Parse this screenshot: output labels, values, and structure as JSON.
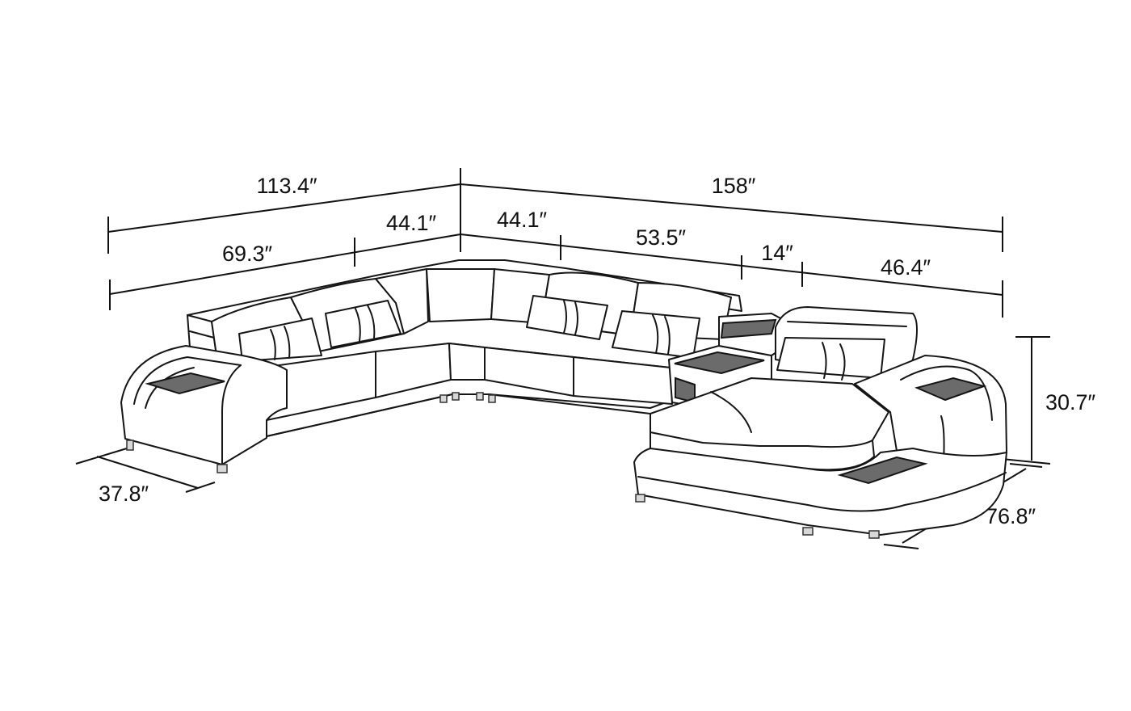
{
  "dimensions": {
    "overall_left": "113.4″",
    "overall_right": "158″",
    "corner_left": "44.1″",
    "corner_right": "44.1″",
    "left_section": "69.3″",
    "middle_section": "53.5″",
    "console": "14″",
    "chaise_section": "46.4″",
    "height": "30.7″",
    "left_depth": "37.8″",
    "chaise_depth": "76.8″"
  },
  "colors": {
    "line": "#151515",
    "shelf": "#6b6b6b",
    "background": "#ffffff"
  }
}
